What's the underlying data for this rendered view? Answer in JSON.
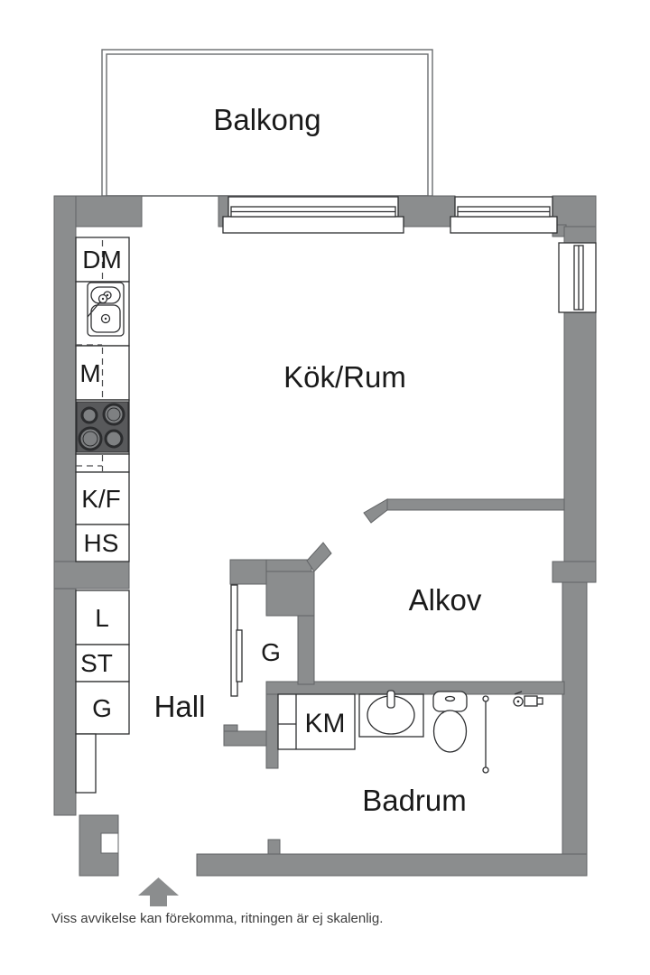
{
  "plan": {
    "rooms": {
      "balcony": "Balkong",
      "kitchen_living": "Kök/Rum",
      "alcove": "Alkov",
      "hall": "Hall",
      "bathroom": "Badrum"
    },
    "units": {
      "dishwasher": "DM",
      "micro": "M",
      "fridge_freezer": "K/F",
      "tall_cabinet": "HS",
      "linen_closet": "L",
      "cleaning_closet": "ST",
      "wardrobe_kitchen": "G",
      "wardrobe_hall": "G",
      "washing_machine": "KM"
    },
    "footer": {
      "disclaimer": "Viss avvikelse kan förekomma, ritningen är ej skalenlig."
    },
    "colors": {
      "wall": "#8b8d8e",
      "wall_outline": "#616365",
      "stove": "#58595b",
      "fixture_line": "#2e2f31",
      "label_text": "#1a1a1a",
      "footer_text": "#3c3c3c",
      "background": "#ffffff"
    }
  }
}
